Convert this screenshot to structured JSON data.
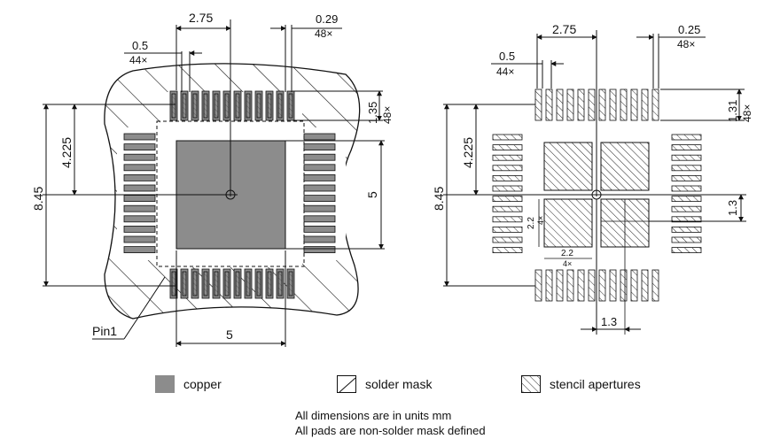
{
  "left_view": {
    "dim_top_pitch_count": "0.5",
    "dim_top_pitch_count_sub": "44×",
    "dim_top_half": "2.75",
    "dim_top_pad_w": "0.29",
    "dim_top_pad_w_sub": "48×",
    "dim_right_pad_len": "1.35",
    "dim_right_pad_len_sub": "48×",
    "dim_left_half": "4.225",
    "dim_left_full": "8.45",
    "dim_right_pad": "5",
    "dim_bottom_pad": "5",
    "pin1_label": "Pin1"
  },
  "right_view": {
    "dim_top_pitch": "0.5",
    "dim_top_pitch_sub": "44×",
    "dim_top_half": "2.75",
    "dim_top_pad_w": "0.25",
    "dim_top_pad_w_sub": "48×",
    "dim_right_pad_len": "1.31",
    "dim_right_pad_len_sub": "48×",
    "dim_left_half": "4.225",
    "dim_left_full": "8.45",
    "dim_aperture_gap": "1.3",
    "dim_aperture_size_v": "2.2",
    "dim_aperture_size_v_sub": "4×",
    "dim_aperture_size_h": "2.2",
    "dim_aperture_size_h_sub": "4×",
    "dim_bottom_gap": "1.3"
  },
  "legend": {
    "copper": "copper",
    "solder_mask": "solder mask",
    "stencil": "stencil apertures"
  },
  "notes": {
    "line1": "All dimensions are in units mm",
    "line2": "All pads are non-solder mask defined"
  },
  "colors": {
    "copper": "#8c8c8c",
    "line": "#111111",
    "mask_bg": "#ffffff"
  }
}
